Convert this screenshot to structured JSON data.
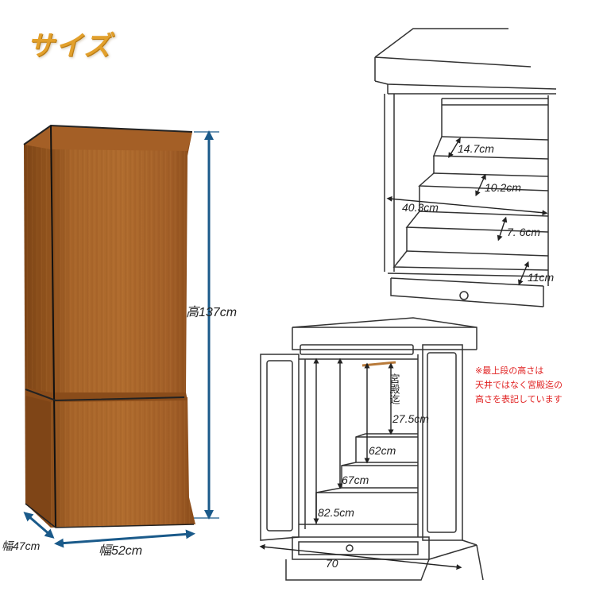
{
  "title": "サイズ",
  "cabinet": {
    "height_label": "高137cm",
    "width_label": "幅52cm",
    "depth_label": "幅47cm"
  },
  "upper_detail": {
    "step_heights": [
      "14.7cm",
      "10.2cm",
      "7. 6cm",
      "11cm"
    ],
    "inner_width": "40.3cm"
  },
  "lower_detail": {
    "vertical_label": "宮殿迄",
    "heights": [
      "27.5cm",
      "62cm",
      "67cm",
      "82.5cm"
    ],
    "open_width": "70"
  },
  "note": "※最上段の高さは\n天井ではなく宮殿迄の\n高さを表記しています",
  "colors": {
    "title": "#e2a02c",
    "wood": "#9a5a22",
    "dimension_arrow": "#1a5a8a",
    "note": "#e02020",
    "palace_mark": "#b87a3a"
  }
}
